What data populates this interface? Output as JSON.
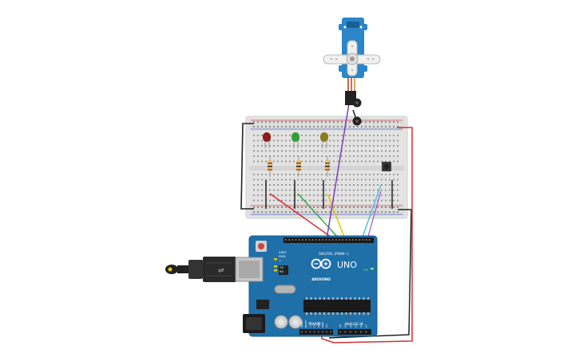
{
  "board": {
    "brand": "ARDUINO",
    "model": "UNO",
    "digital_label": "DIGITAL (PWM~)",
    "power_label": "POWER",
    "analog_label": "ANALOG IN",
    "tx_label": "TX",
    "rx_label": "RX",
    "on_label": "ON",
    "l_label": "L",
    "aref_label": "AREF",
    "gnd_label": "GND",
    "power_pins": [
      "IOREF",
      "RESET",
      "3.3V",
      "5V",
      "GND",
      "GND",
      "Vin"
    ],
    "analog_pins": [
      "A0",
      "A1",
      "A2",
      "A3",
      "A4",
      "A5"
    ]
  },
  "colors": {
    "board": "#1f6fa8",
    "breadboard": "#e6e6e6",
    "wire_red": "#d32f2f",
    "wire_black": "#222222",
    "wire_green": "#3aa84a",
    "wire_yellow": "#e8c400",
    "wire_purple": "#7b3fb0",
    "wire_cyan": "#4fc3e0",
    "led_red": "#8b1a1a",
    "led_green": "#2e9d3a",
    "led_yellow": "#8a7a20",
    "servo": "#2b86c9"
  }
}
